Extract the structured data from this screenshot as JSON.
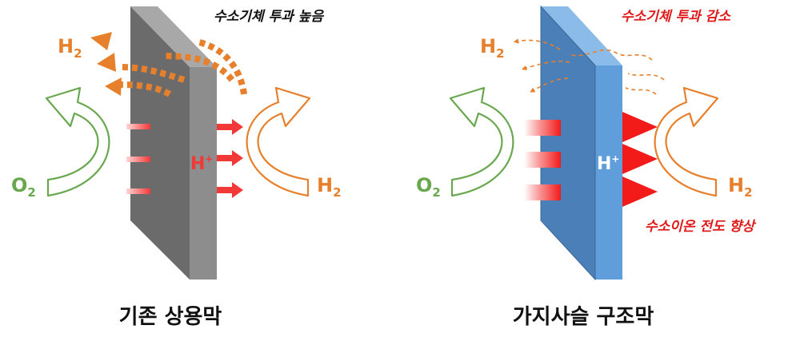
{
  "colors": {
    "o2_green": "#6aa84f",
    "h2_orange": "#e6802c",
    "proton_red": "#f33838",
    "note_red": "#e01a1a",
    "note_black": "#111111",
    "conventional_front": "#6b6b6b",
    "conventional_side": "#8d8d8d",
    "conventional_top": "#a8a8a8",
    "branched_front": "#4a7fb8",
    "branched_side": "#5f9ddb",
    "branched_top": "#8bbbe8"
  },
  "panels": [
    {
      "id": "conventional",
      "caption": "기존 상용막",
      "top_note": "수소기체 투과 높음",
      "bottom_note": "",
      "labels": {
        "h2_top": {
          "base": "H",
          "sub": "2"
        },
        "o2": {
          "base": "O",
          "sub": "2"
        },
        "h2_right": {
          "base": "H",
          "sub": "2"
        },
        "proton": {
          "base": "H",
          "sup": "+"
        }
      }
    },
    {
      "id": "branched",
      "caption": "가지사슬 구조막",
      "top_note": "수소기체 투과 감소",
      "bottom_note": "수소이온 전도 향상",
      "labels": {
        "h2_top": {
          "base": "H",
          "sub": "2"
        },
        "o2": {
          "base": "O",
          "sub": "2"
        },
        "h2_right": {
          "base": "H",
          "sub": "2"
        },
        "proton": {
          "base": "H",
          "sup": "+"
        }
      }
    }
  ]
}
